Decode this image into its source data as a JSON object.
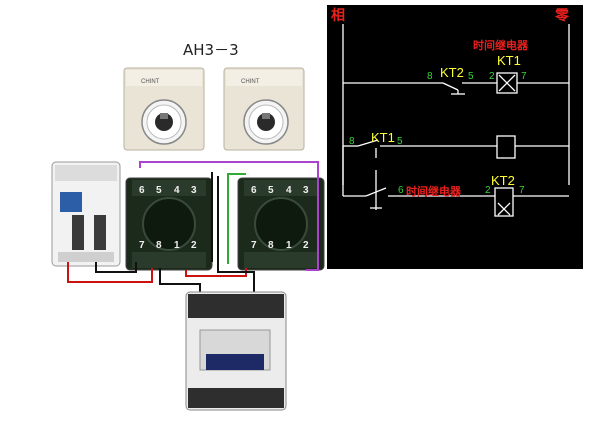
{
  "left_photo": {
    "model_label": "AH3－3",
    "relay_brand": "CHINT",
    "pins_top": [
      "6",
      "5",
      "4",
      "3"
    ],
    "pins_bottom": [
      "7",
      "8",
      "1",
      "2"
    ]
  },
  "schematic": {
    "phase_label": "相",
    "neutral_label": "零",
    "timer_relay_label": "时间继电器",
    "kt2_label": "KT2",
    "kt1_label": "KT1",
    "row1": {
      "pin_8": "8",
      "pin_5": "5",
      "pin_2": "2",
      "pin_7": "7"
    },
    "row2": {
      "pin_8": "8",
      "pin_5": "5"
    },
    "row3": {
      "pin_6": "6",
      "pin_2": "2",
      "pin_7": "7"
    }
  },
  "colors": {
    "background": "#ffffff",
    "schematic_bg": "#000000",
    "schematic_line": "#ffffff",
    "label_red": "#e8201e",
    "label_yellow": "#ffff33",
    "label_green": "#38d238",
    "wire_red": "#cc1111",
    "wire_green": "#33aa33",
    "wire_purple": "#aa44cc",
    "wire_black": "#111111"
  }
}
